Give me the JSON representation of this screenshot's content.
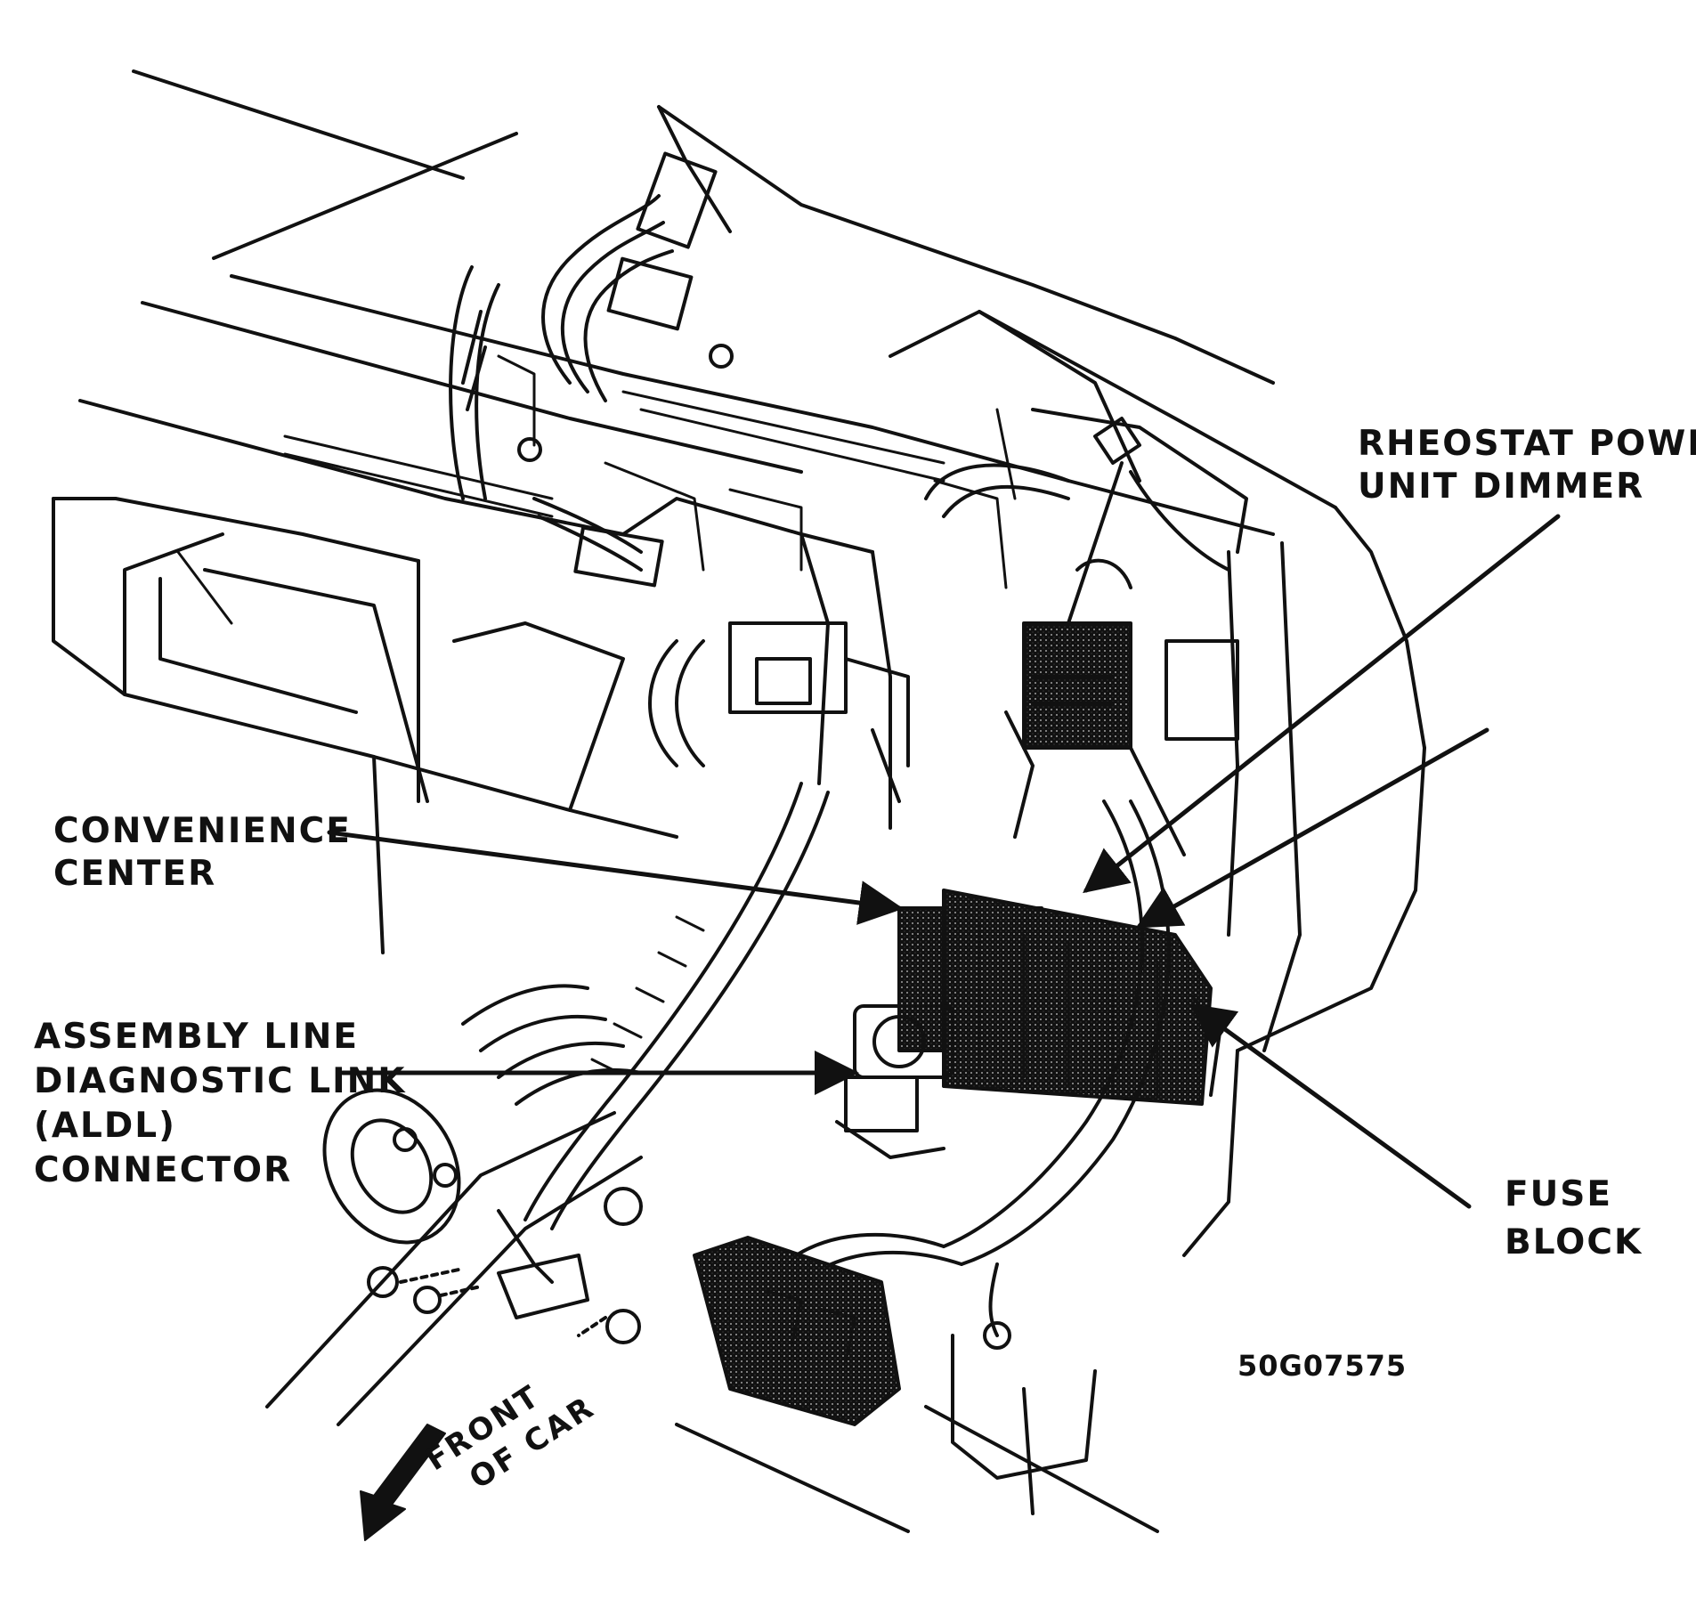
{
  "labels": {
    "rheostat": [
      "RHEOSTAT POWER",
      "UNIT DIMMER"
    ],
    "convenience": [
      "CONVENIENCE",
      "CENTER"
    ],
    "aldl": [
      "ASSEMBLY LINE",
      "DIAGNOSTIC LINK",
      "(ALDL)",
      "CONNECTOR"
    ],
    "fuse": [
      "FUSE",
      "BLOCK"
    ],
    "front": [
      "FRONT",
      "OF CAR"
    ]
  },
  "figure_code": "50G07575",
  "colors": {
    "ink": "#111111",
    "shade": "#777777",
    "paper": "#ffffff"
  }
}
